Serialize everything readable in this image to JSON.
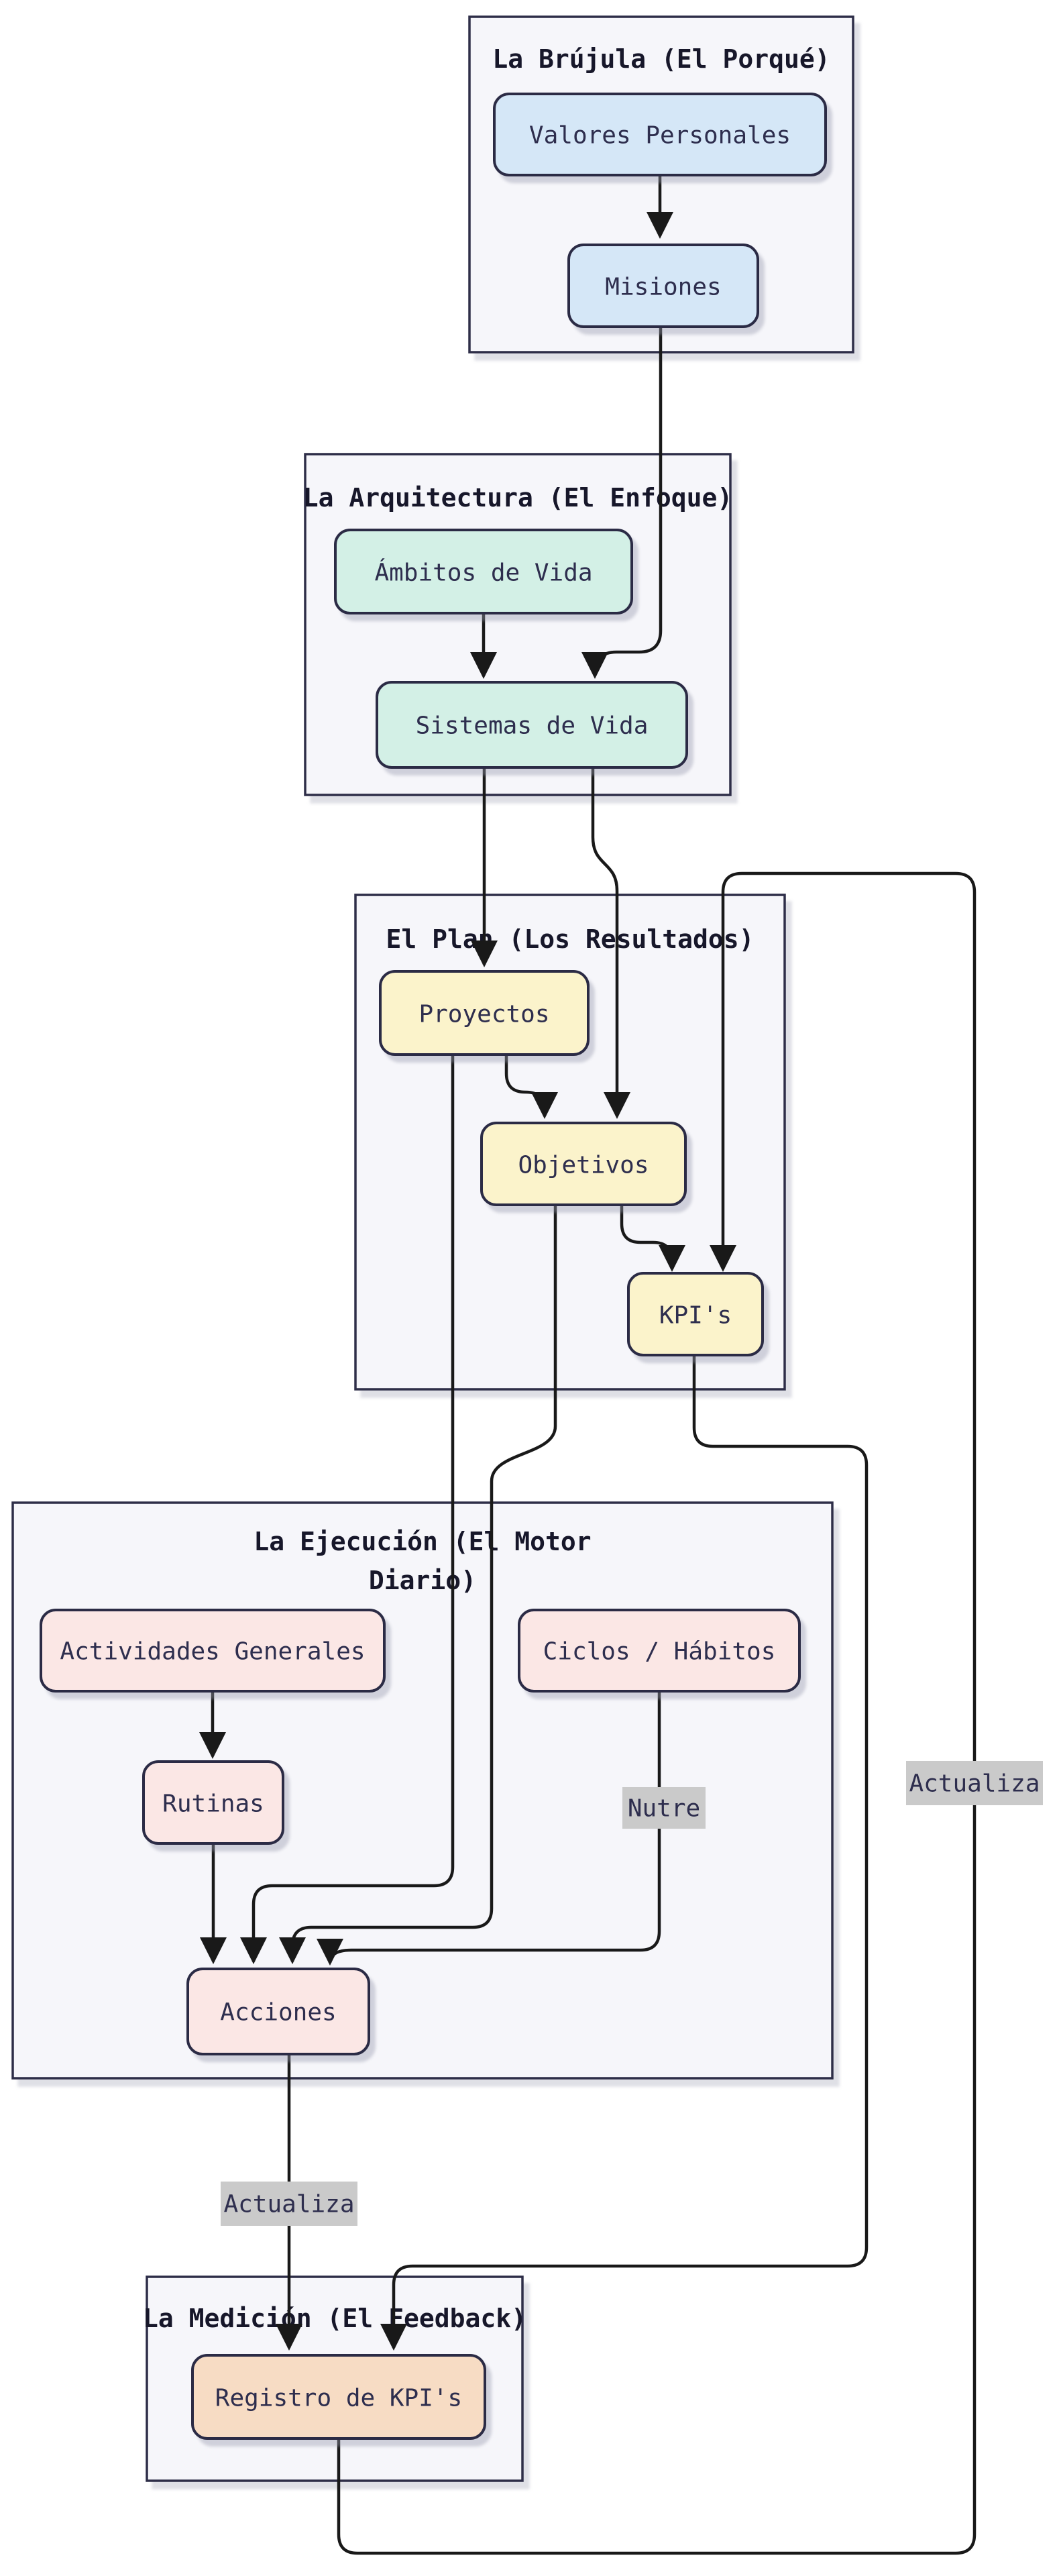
{
  "diagram": {
    "kind": "flowchart",
    "sections": [
      {
        "id": "brujula",
        "title": "La Brújula (El Porqué)"
      },
      {
        "id": "arquitectura",
        "title": "La Arquitectura (El Enfoque)"
      },
      {
        "id": "plan",
        "title": "El Plan (Los Resultados)"
      },
      {
        "id": "ejecucion",
        "title_line1": "La Ejecución (El Motor",
        "title_line2": "Diario)"
      },
      {
        "id": "medicion",
        "title": "La Medición (El Feedback)"
      }
    ],
    "nodes": [
      {
        "id": "valores",
        "label": "Valores Personales",
        "color": "blue"
      },
      {
        "id": "misiones",
        "label": "Misiones",
        "color": "blue"
      },
      {
        "id": "ambitos",
        "label": "Ámbitos de Vida",
        "color": "teal"
      },
      {
        "id": "sistemas",
        "label": "Sistemas de Vida",
        "color": "teal"
      },
      {
        "id": "proyectos",
        "label": "Proyectos",
        "color": "yellow"
      },
      {
        "id": "objetivos",
        "label": "Objetivos",
        "color": "yellow"
      },
      {
        "id": "kpis",
        "label": "KPI's",
        "color": "yellow"
      },
      {
        "id": "actividades",
        "label": "Actividades Generales",
        "color": "pink"
      },
      {
        "id": "ciclos",
        "label": "Ciclos / Hábitos",
        "color": "pink"
      },
      {
        "id": "rutinas",
        "label": "Rutinas",
        "color": "pink"
      },
      {
        "id": "acciones",
        "label": "Acciones",
        "color": "pink"
      },
      {
        "id": "registro",
        "label": "Registro de KPI's",
        "color": "peach"
      }
    ],
    "edge_labels": [
      {
        "id": "nutre",
        "text": "Nutre"
      },
      {
        "id": "actualiza-left",
        "text": "Actualiza"
      },
      {
        "id": "actualiza-right",
        "text": "Actualiza"
      }
    ],
    "edges": [
      {
        "from": "valores",
        "to": "misiones",
        "label": ""
      },
      {
        "from": "misiones",
        "to": "sistemas",
        "label": ""
      },
      {
        "from": "ambitos",
        "to": "sistemas",
        "label": ""
      },
      {
        "from": "sistemas",
        "to": "proyectos",
        "label": ""
      },
      {
        "from": "sistemas",
        "to": "objetivos",
        "label": ""
      },
      {
        "from": "proyectos",
        "to": "objetivos",
        "label": ""
      },
      {
        "from": "objetivos",
        "to": "kpis",
        "label": ""
      },
      {
        "from": "proyectos",
        "to": "acciones",
        "label": ""
      },
      {
        "from": "objetivos",
        "to": "acciones",
        "label": ""
      },
      {
        "from": "actividades",
        "to": "rutinas",
        "label": ""
      },
      {
        "from": "rutinas",
        "to": "acciones",
        "label": ""
      },
      {
        "from": "ciclos",
        "to": "acciones",
        "label": "Nutre"
      },
      {
        "from": "kpis",
        "to": "registro",
        "label": ""
      },
      {
        "from": "acciones",
        "to": "registro",
        "label": "Actualiza"
      },
      {
        "from": "registro",
        "to": "kpis",
        "label": "Actualiza"
      }
    ],
    "colors": {
      "blue": "#d5e7f7",
      "teal": "#d3f0e6",
      "yellow": "#fbf3cb",
      "pink": "#fbe7e5",
      "peach": "#f7dcc4",
      "node_border": "#2b2b45",
      "section_fill": "#f6f6fa",
      "section_border": "#2e2e48",
      "edge": "#191919",
      "label_bg": "#cacaca",
      "text": "#2e2e4e",
      "title": "#17172a"
    }
  }
}
